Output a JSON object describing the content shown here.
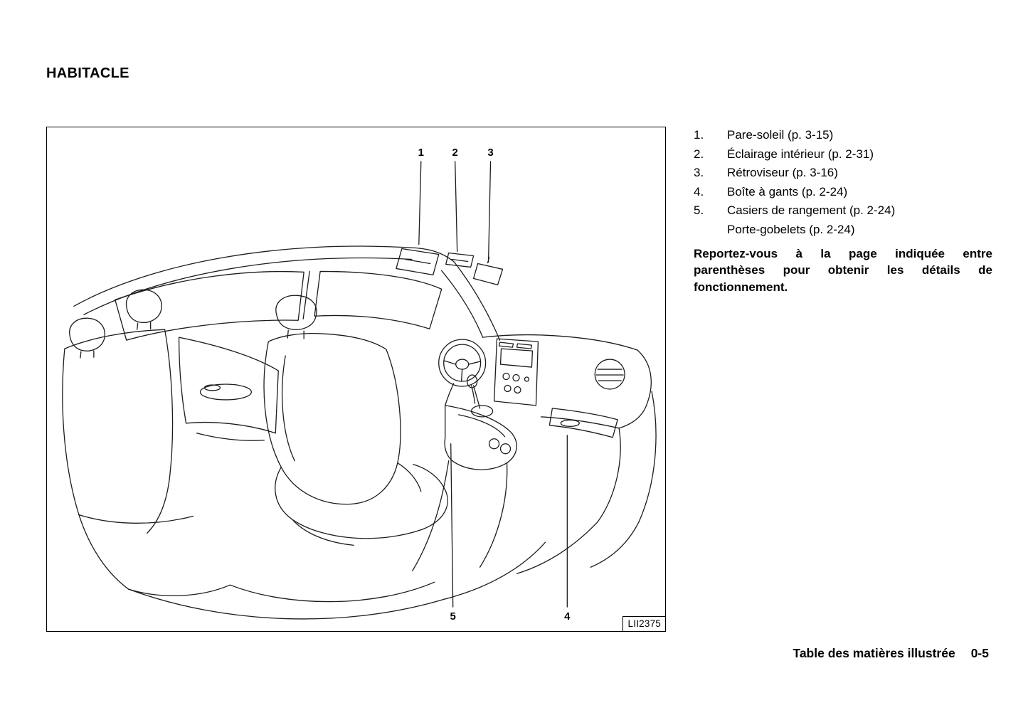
{
  "page": {
    "title": "HABITACLE",
    "figure_code": "LII2375",
    "footer_section": "Table des matières illustrée",
    "footer_page": "0-5"
  },
  "legend": {
    "items": [
      {
        "num": "1.",
        "label": "Pare-soleil (p. 3-15)"
      },
      {
        "num": "2.",
        "label": "Éclairage intérieur (p. 2-31)"
      },
      {
        "num": "3.",
        "label": "Rétroviseur (p. 3-16)"
      },
      {
        "num": "4.",
        "label": "Boîte à gants (p. 2-24)"
      },
      {
        "num": "5.",
        "label": "Casiers de rangement (p. 2-24)"
      },
      {
        "num": "",
        "label": "Porte-gobelets (p. 2-24)"
      }
    ],
    "note": "Reportez-vous à la page indiquée entre parenthèses pour obtenir les détails de fonctionnement."
  },
  "figure": {
    "callouts": {
      "c1": "1",
      "c2": "2",
      "c3": "3",
      "c4": "4",
      "c5": "5"
    }
  }
}
